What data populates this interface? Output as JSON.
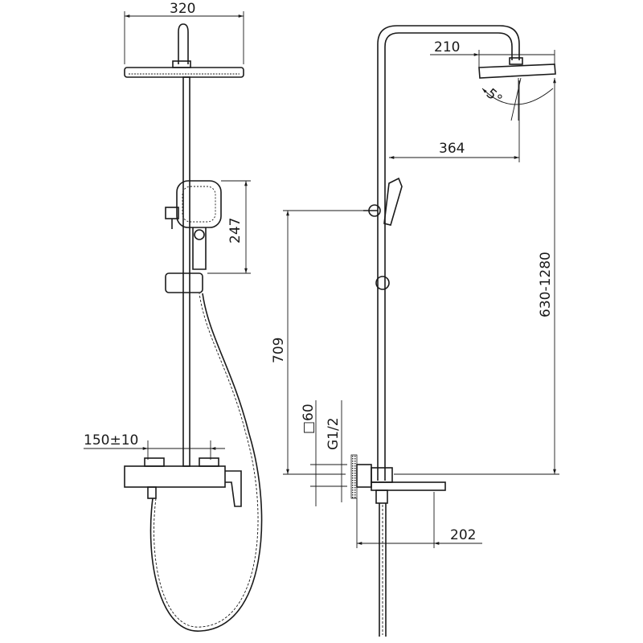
{
  "dimensions": {
    "head_width_front": "320",
    "hand_shower_height": "247",
    "inlet_spacing": "150±10",
    "head_width_side": "210",
    "head_tilt": "5°",
    "arm_reach": "364",
    "height_range": "630-1280",
    "slider_height": "709",
    "flange_size": "□60",
    "thread": "G1/2",
    "spout_reach": "202"
  }
}
